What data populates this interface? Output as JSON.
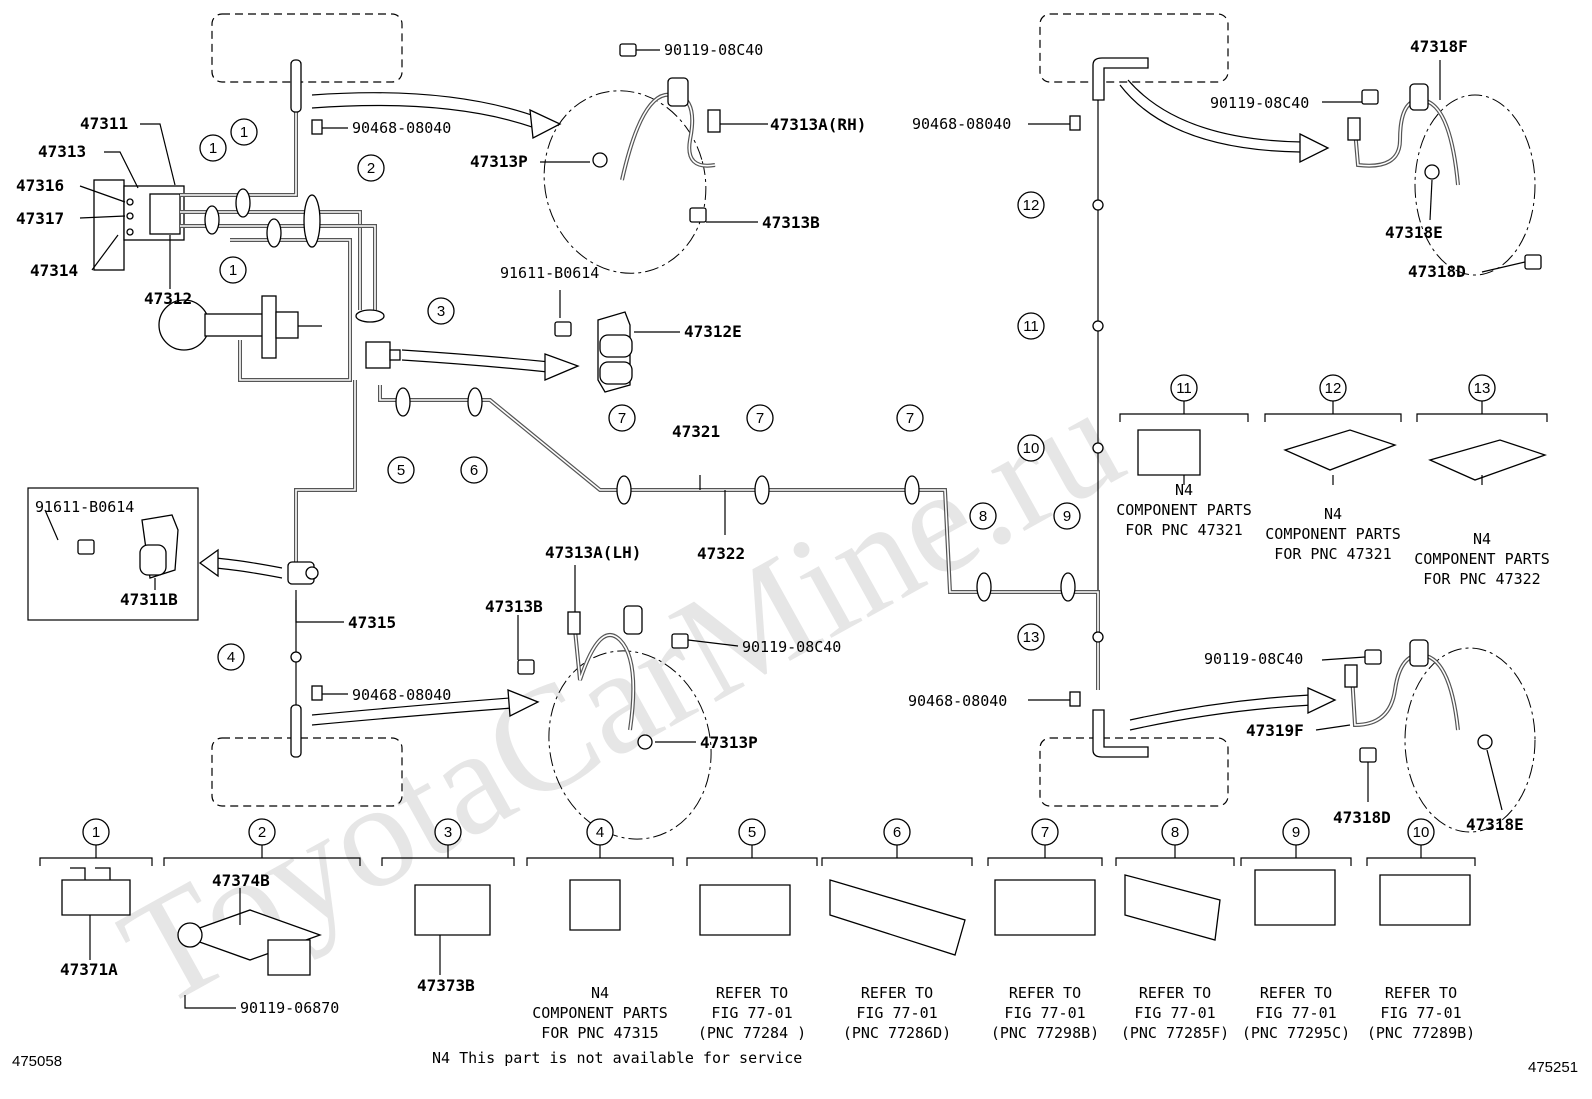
{
  "watermark": "ToyotaCarMine.ru",
  "page_ids": {
    "left": "475058",
    "right": "475251"
  },
  "footnote": "N4 This part is not available for service",
  "part_labels": {
    "p47311": "47311",
    "p47313": "47313",
    "p47316": "47316",
    "p47317": "47317",
    "p47314": "47314",
    "p47312": "47312",
    "p90119_08C40_a": "90119-08C40",
    "p90468_08040_a": "90468-08040",
    "p47313A_RH": "47313A(RH)",
    "p47313P_a": "47313P",
    "p47313B_a": "47313B",
    "p91611_B0614_a": "91611-B0614",
    "p47312E": "47312E",
    "p47321": "47321",
    "p47322": "47322",
    "p91611_B0614_b": "91611-B0614",
    "p47311B": "47311B",
    "p47315": "47315",
    "p90468_08040_b": "90468-08040",
    "p47313A_LH": "47313A(LH)",
    "p47313B_b": "47313B",
    "p90119_08C40_b": "90119-08C40",
    "p47313P_b": "47313P",
    "p90468_08040_c": "90468-08040",
    "p47318F": "47318F",
    "p90119_08C40_c": "90119-08C40",
    "p47318E_a": "47318E",
    "p47318D_a": "47318D",
    "p90119_08C40_d": "90119-08C40",
    "p90468_08040_d": "90468-08040",
    "p47319F": "47319F",
    "p47318D_b": "47318D",
    "p47318E_b": "47318E",
    "p47374B": "47374B",
    "p47371A": "47371A",
    "p90119_06870": "90119-06870",
    "p47373B": "47373B"
  },
  "callouts": {
    "c1": "1",
    "c2": "2",
    "c3": "3",
    "c4": "4",
    "c5": "5",
    "c6": "6",
    "c7": "7",
    "c8": "8",
    "c9": "9",
    "c10": "10",
    "c11": "11",
    "c12": "12",
    "c13": "13"
  },
  "legend_right": [
    {
      "num": "11",
      "lines": [
        "N4",
        "COMPONENT PARTS",
        "FOR PNC 47321"
      ]
    },
    {
      "num": "12",
      "lines": [
        "N4",
        "COMPONENT PARTS",
        "FOR PNC 47321"
      ]
    },
    {
      "num": "13",
      "lines": [
        "N4",
        "COMPONENT PARTS",
        "FOR PNC 47322"
      ]
    }
  ],
  "legend_bottom": [
    {
      "num": "1",
      "lines": []
    },
    {
      "num": "2",
      "lines": []
    },
    {
      "num": "3",
      "lines": []
    },
    {
      "num": "4",
      "lines": [
        "N4",
        "COMPONENT PARTS",
        "FOR PNC 47315"
      ]
    },
    {
      "num": "5",
      "lines": [
        "REFER TO",
        "FIG 77-01",
        "(PNC 77284 )"
      ]
    },
    {
      "num": "6",
      "lines": [
        "REFER TO",
        "FIG 77-01",
        "(PNC 77286D)"
      ]
    },
    {
      "num": "7",
      "lines": [
        "REFER TO",
        "FIG 77-01",
        "(PNC 77298B)"
      ]
    },
    {
      "num": "8",
      "lines": [
        "REFER TO",
        "FIG 77-01",
        "(PNC 77285F)"
      ]
    },
    {
      "num": "9",
      "lines": [
        "REFER TO",
        "FIG 77-01",
        "(PNC 77295C)"
      ]
    },
    {
      "num": "10",
      "lines": [
        "REFER TO",
        "FIG 77-01",
        "(PNC 77289B)"
      ]
    }
  ]
}
